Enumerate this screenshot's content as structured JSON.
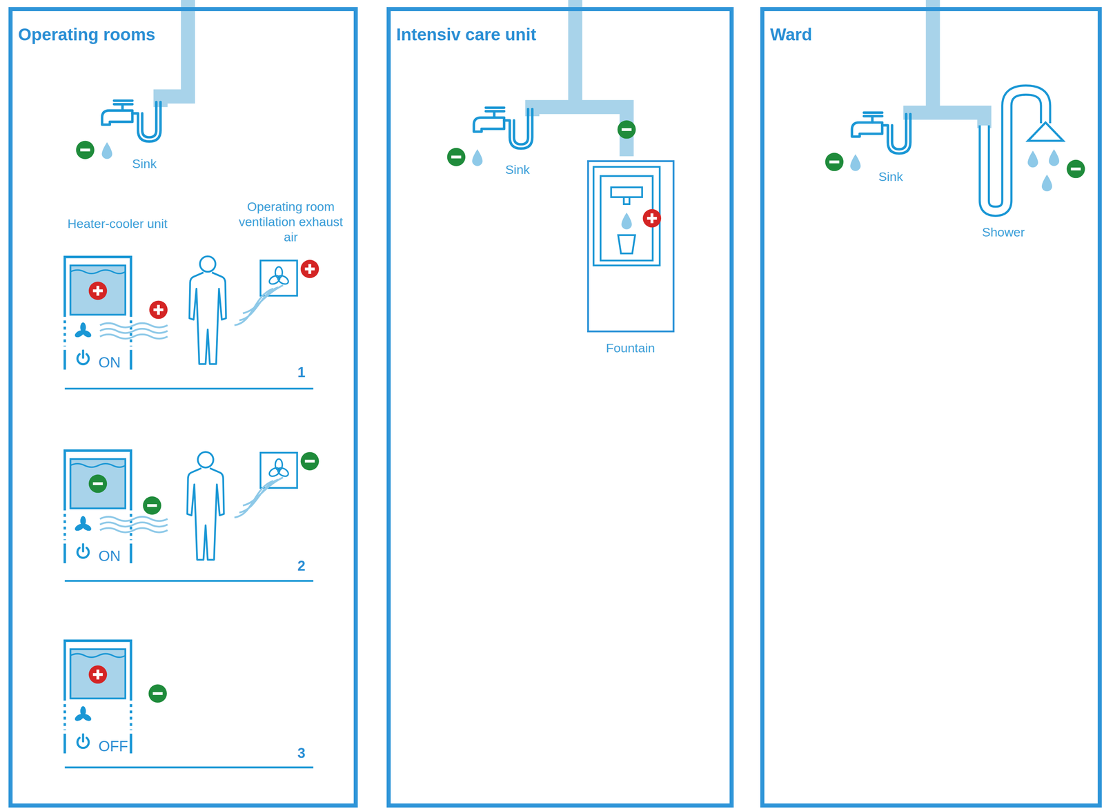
{
  "diagram": {
    "nodes": [
      {
        "text": [
          "Operating rooms"
        ]
      },
      {
        "text": [
          "Heater-cooler unit",
          "ON"
        ],
        "in": 0
      },
      {
        "text": [
          "ON"
        ],
        "in": 0
      },
      {
        "text": [
          "OFF"
        ],
        "in": 0
      },
      {
        "text": [
          "Intensiv care unit"
        ]
      },
      {
        "text": [
          "Fountain"
        ],
        "in": 4
      },
      {
        "text": [
          "Ward"
        ]
      }
    ],
    "labels": [
      "Sink",
      "Operating room ventilation exhaust air",
      "1",
      "2",
      "3",
      "Sink",
      "Sink",
      "Shower"
    ]
  }
}
